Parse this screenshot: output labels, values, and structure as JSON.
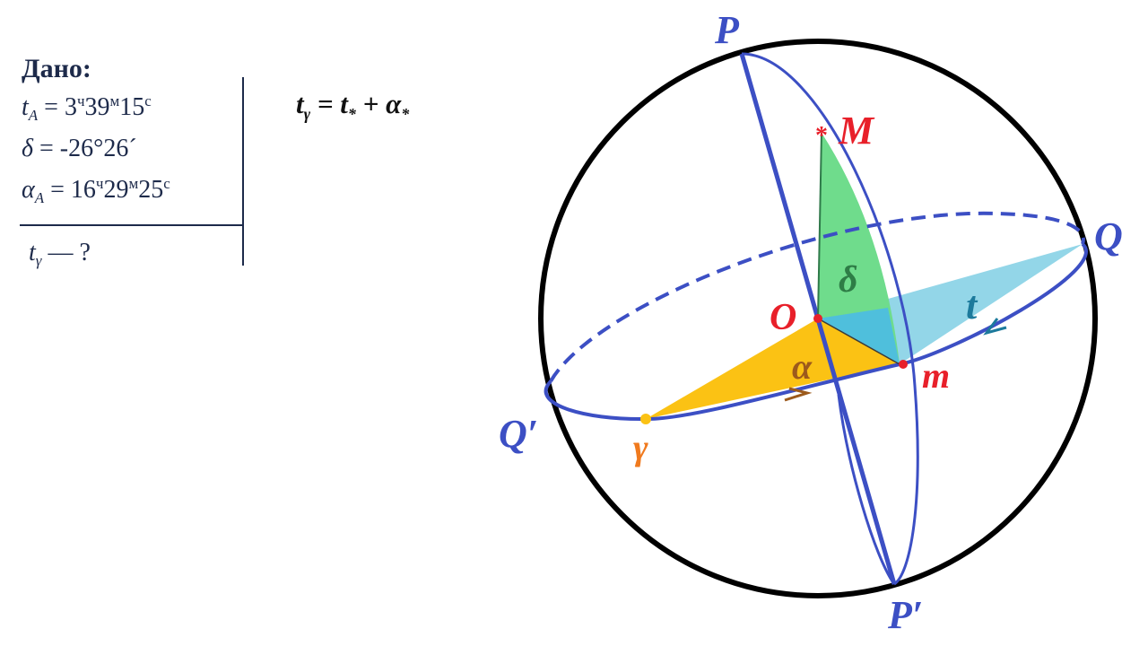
{
  "given": {
    "heading": "Дано:",
    "t_a": {
      "symbol": "t",
      "subscript": "A",
      "eq": " = 3",
      "h": "ч",
      "v1": "39",
      "m": "м",
      "v2": "15",
      "s": "с"
    },
    "delta": {
      "symbol": "δ",
      "value": " = -26°26´"
    },
    "alpha_a": {
      "symbol": "α",
      "subscript": "A",
      "eq": " = 16",
      "h": "ч",
      "v1": "29",
      "m": "м",
      "v2": "25",
      "s": "с"
    },
    "find": {
      "symbol": "t",
      "subscript": "γ",
      "rest": " — ?"
    }
  },
  "formula": {
    "lhs": "t",
    "lhs_sub": "γ",
    "eq": " = ",
    "t": "t",
    "t_sub": "*",
    "plus": " + ",
    "a": "α",
    "a_sub": "*"
  },
  "diagram": {
    "labels": {
      "P": "P",
      "P_prime": "P′",
      "Q": "Q",
      "Q_prime": "Q′",
      "M": "M",
      "O": "O",
      "m": "m",
      "gamma": "γ",
      "alpha": "α",
      "delta": "δ",
      "t": "t"
    },
    "colors": {
      "sphere": "#000000",
      "blue": "#3c4fc4",
      "red": "#e8202a",
      "green_sector": "#6fdc8c",
      "light_blue_sector": "#93d6e8",
      "mid_blue_sector": "#4fbfdc",
      "orange_sector": "#fbc214",
      "gamma_color": "#f07a1e",
      "alpha_color": "#9c5a1c",
      "t_color": "#1c7a9c",
      "delta_color": "#2e7d46"
    }
  }
}
